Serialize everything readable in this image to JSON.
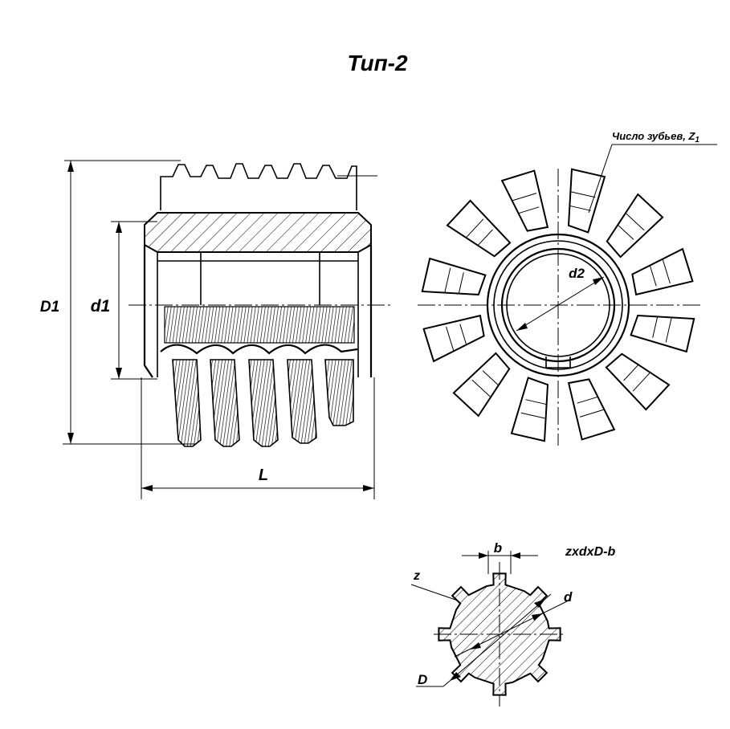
{
  "title": "Тип-2",
  "labels": {
    "D1": "D1",
    "d1": "d1",
    "L": "L",
    "d2": "d2",
    "teeth_count_text": "Число зубьев, Z",
    "teeth_count_sub": "1",
    "b": "b",
    "z": "z",
    "d": "d",
    "D": "D",
    "spline_formula": "zxdxD-b"
  },
  "icons": [
    "hob-side-view-drawing",
    "hob-front-view-drawing",
    "spline-section-drawing"
  ]
}
